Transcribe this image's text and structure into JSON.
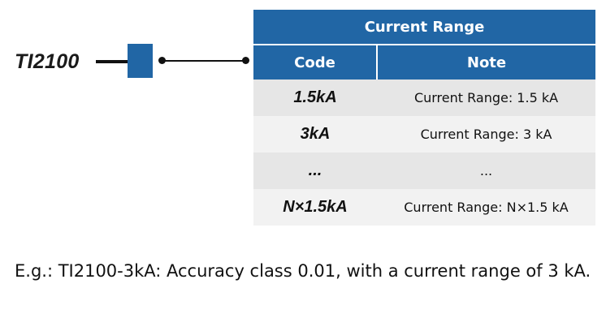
{
  "diagram": {
    "model": "TI2100",
    "table": {
      "title": "Current Range",
      "headers": {
        "code": "Code",
        "note": "Note"
      },
      "rows": [
        {
          "code": "1.5kA",
          "note": "Current Range: 1.5 kA"
        },
        {
          "code": "3kA",
          "note": "Current Range: 3 kA"
        },
        {
          "code": "...",
          "note": "..."
        },
        {
          "code": "N×1.5kA",
          "note": "Current Range: N×1.5 kA"
        }
      ]
    },
    "example": "E.g.: TI2100-3kA: Accuracy class 0.01, with a current range of 3 kA.",
    "colors": {
      "accent": "#2166a5",
      "row_band_a": "#e6e6e6",
      "row_band_b": "#f2f2f2"
    }
  }
}
